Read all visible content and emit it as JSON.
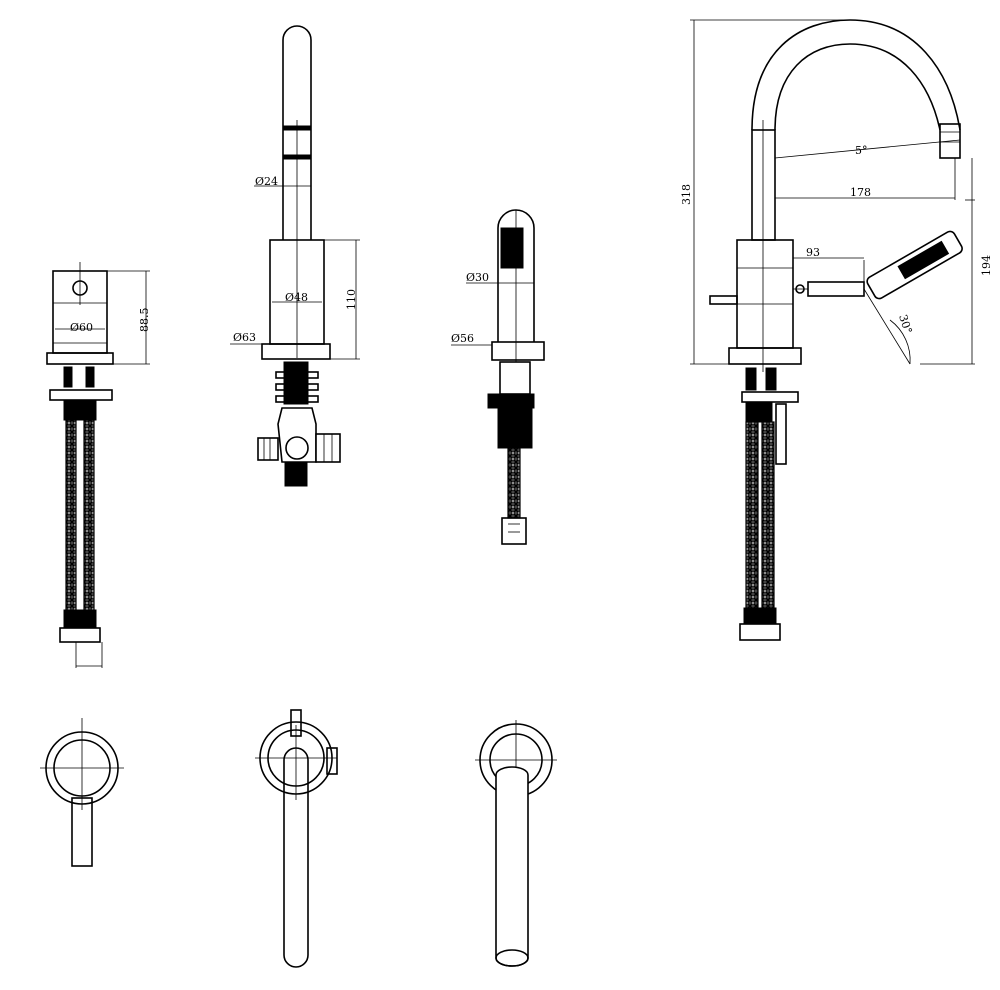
{
  "dimensions": {
    "mixer_diameter": "Ø60",
    "mixer_height": "88.5",
    "spout_tube_diameter": "Ø24",
    "spout_body_diameter": "Ø48",
    "spout_body_height": "110",
    "spout_base_diameter": "Ø63",
    "spray_handle_diameter": "Ø30",
    "spray_base_diameter": "Ø56",
    "total_height": "318",
    "spout_angle": "5°",
    "spout_reach": "178",
    "handle_reach": "93",
    "handle_height": "194",
    "spray_angle": "30°"
  }
}
